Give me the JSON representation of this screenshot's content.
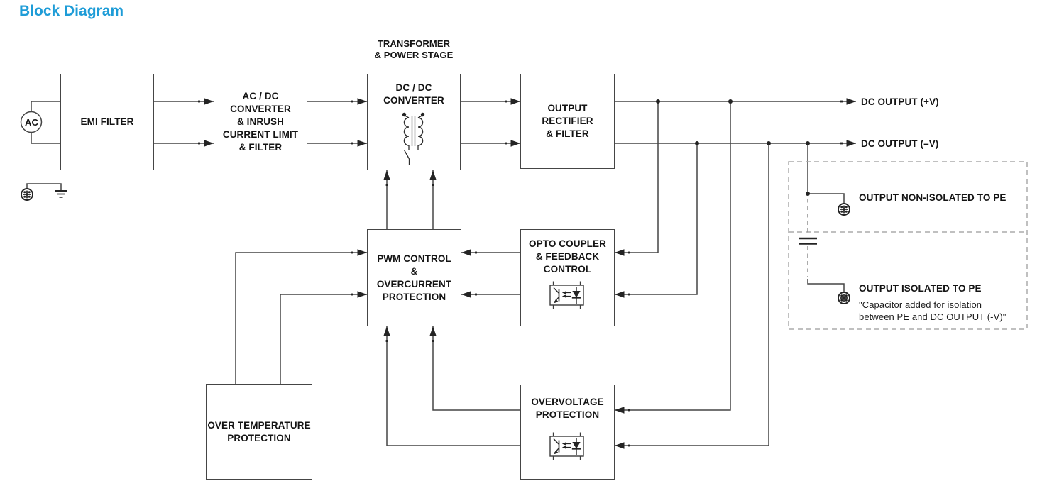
{
  "page": {
    "title": "Block Diagram"
  },
  "colors": {
    "title_accent": "#1e9cd7",
    "line": "#454545",
    "dashed_border": "#ababab"
  },
  "diagram": {
    "source": {
      "label": "AC"
    },
    "stage_caption": [
      "TRANSFORMER",
      "& POWER STAGE"
    ],
    "blocks": {
      "emi_filter": {
        "label": [
          "EMI FILTER"
        ]
      },
      "acdc_converter": {
        "label": [
          "AC / DC",
          "CONVERTER",
          "& INRUSH",
          "CURRENT LIMIT",
          "& FILTER"
        ]
      },
      "dcdc_converter": {
        "label": [
          "DC / DC",
          "CONVERTER"
        ]
      },
      "output_rectifier": {
        "label": [
          "OUTPUT",
          "RECTIFIER",
          "& FILTER"
        ]
      },
      "pwm_control": {
        "label": [
          "PWM CONTROL",
          "&",
          "OVERCURRENT",
          "PROTECTION"
        ]
      },
      "opto_coupler": {
        "label": [
          "OPTO COUPLER",
          "& FEEDBACK",
          "CONTROL"
        ]
      },
      "over_temperature": {
        "label": [
          "OVER TEMPERATURE",
          "PROTECTION"
        ]
      },
      "overvoltage": {
        "label": [
          "OVERVOLTAGE",
          "PROTECTION"
        ]
      }
    },
    "outputs": {
      "positive": "DC OUTPUT (+V)",
      "negative": "DC OUTPUT (–V)"
    },
    "pe_options": {
      "non_isolated": "OUTPUT NON-ISOLATED TO PE",
      "isolated": "OUTPUT ISOLATED TO PE",
      "note": [
        "\"Capacitor added for isolation",
        "between PE and DC OUTPUT (-V)\""
      ]
    },
    "icons": {
      "ac_source": "ac-source-circle",
      "protective_earth": "pe-circle-cross-symbol",
      "earth_ground": "earth-ground-bars",
      "transformer": "transformer-with-switch",
      "optocoupler": "optocoupler-led-phototransistor",
      "capacitor": "capacitor-plates"
    }
  }
}
